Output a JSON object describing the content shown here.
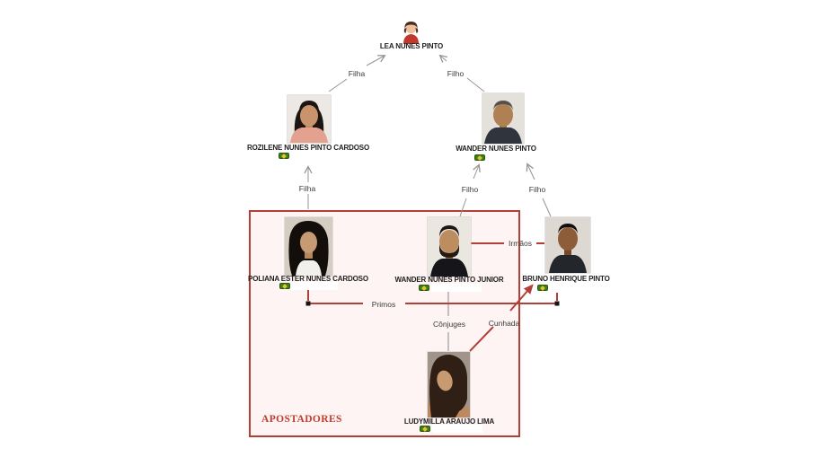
{
  "people": {
    "lea": {
      "name": "LEA NUNES PINTO"
    },
    "rozilene": {
      "name": "ROZILENE NUNES PINTO CARDOSO"
    },
    "wander": {
      "name": "WANDER NUNES PINTO"
    },
    "poliana": {
      "name": "POLIANA ESTER NUNES CARDOSO"
    },
    "junior": {
      "name": "WANDER NUNES PINTO JUNIOR"
    },
    "bruno": {
      "name": "BRUNO HENRIQUE PINTO"
    },
    "ludymilla": {
      "name": "LUDYMILLA ARAUJO LIMA"
    }
  },
  "relations": {
    "filha_rozilene_lea": {
      "label": "Filha"
    },
    "filho_wander_lea": {
      "label": "Filho"
    },
    "filha_poliana_rozilene": {
      "label": "Filha"
    },
    "filho_junior_wander": {
      "label": "Filho"
    },
    "filho_bruno_wander": {
      "label": "Filho"
    },
    "irmaos_junior_bruno": {
      "label": "Irmãos"
    },
    "primos_poliana_bruno": {
      "label": "Primos"
    },
    "conjuges_junior_ludymilla": {
      "label": "Cônjuges"
    },
    "cunhada_ludymilla_bruno": {
      "label": "Cunhada"
    }
  },
  "group_box": {
    "label": "APOSTADORES"
  },
  "colors": {
    "relation_red": "#b23f38",
    "relation_gray": "#959595",
    "group_box_border": "#b23f38",
    "group_box_fill": "#fdf4f3",
    "group_label_text": "#c13b2e",
    "badge_green": "#3f7d17",
    "badge_yellow": "#ddc82e"
  }
}
